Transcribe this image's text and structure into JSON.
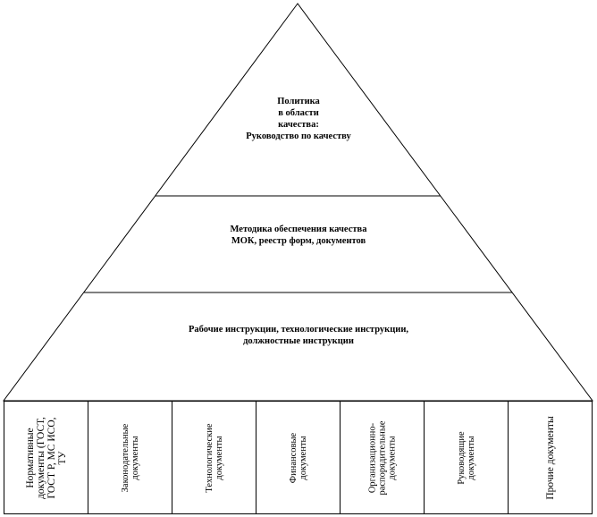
{
  "pyramid": {
    "tiers": [
      {
        "text": "Политика\nв области\nкачества:\nРуководство  по качеству"
      },
      {
        "text": "Методика  обеспечения качества\nМОК, реестр форм, документов"
      },
      {
        "text": "Рабочие инструкции,  технологические  инструкции,\nдолжностные  инструкции"
      }
    ]
  },
  "documents": [
    {
      "label": "Нормативные\nдокументы (ГОСТ,\nГОСТ Р, МС ИСО,\nТУ"
    },
    {
      "label": "Законодательные\nдокументы"
    },
    {
      "label": "Технологические\nдокументы"
    },
    {
      "label": "Финансовые\nдокументы"
    },
    {
      "label": "Организационно-\nраспорядительные\nдокументы"
    },
    {
      "label": "Руководящие\nдокументы"
    },
    {
      "label": "Прочие документы"
    }
  ]
}
